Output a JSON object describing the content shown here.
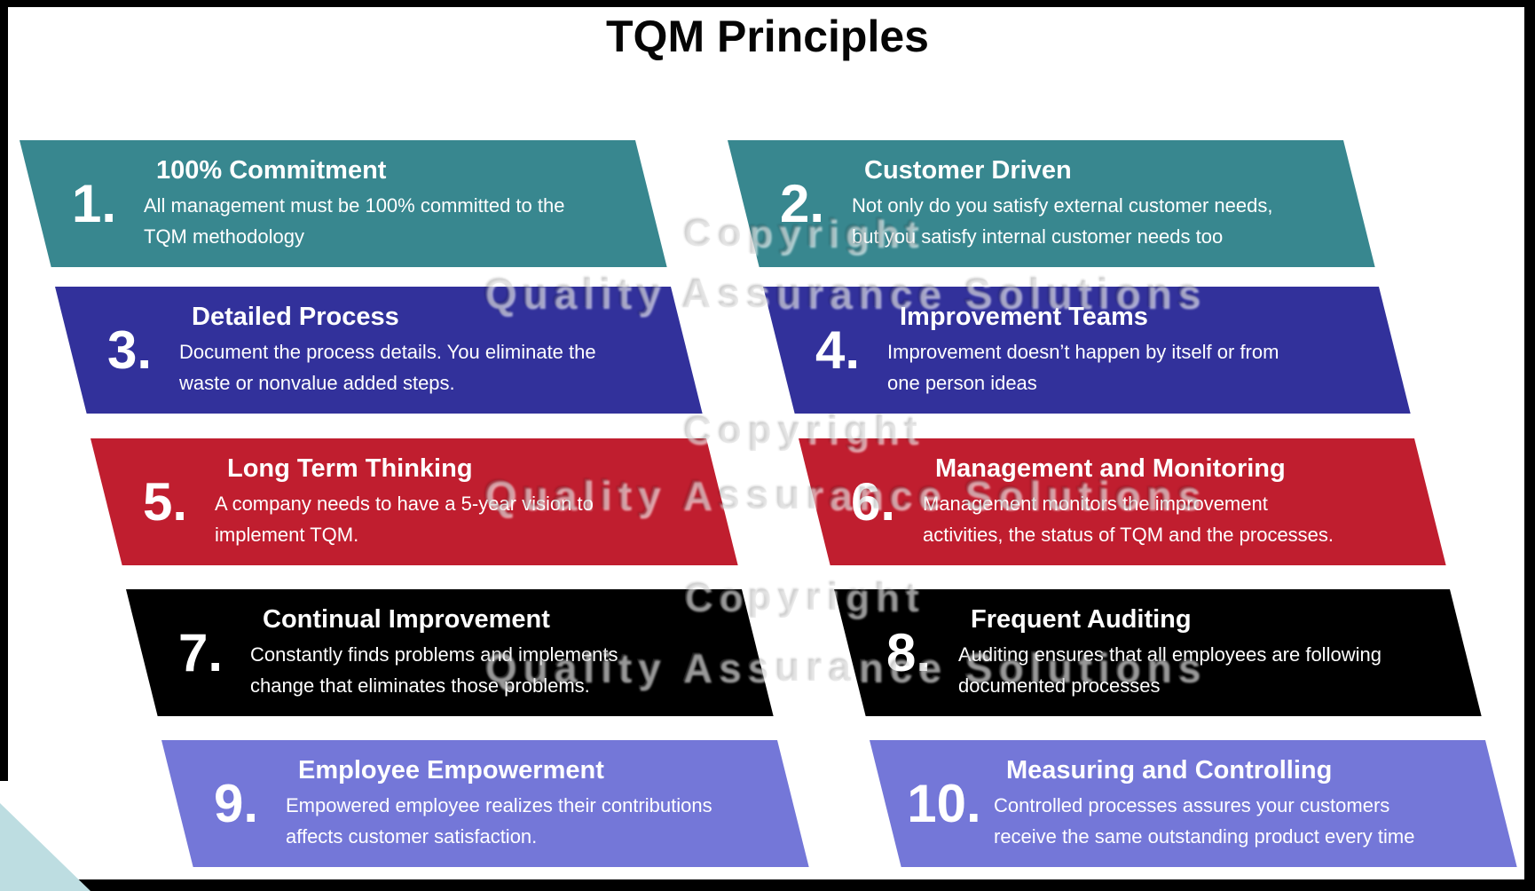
{
  "title": "TQM Principles",
  "principles": [
    {
      "number": "1.",
      "title": "100% Commitment",
      "description": "All management must be 100% committed to the\nTQM methodology"
    },
    {
      "number": "2.",
      "title": "Customer Driven",
      "description": "Not only do you satisfy external customer needs,\nbut you satisfy internal customer needs too"
    },
    {
      "number": "3.",
      "title": "Detailed Process",
      "description": "Document the process details. You eliminate the\nwaste or nonvalue added steps."
    },
    {
      "number": "4.",
      "title": "Improvement Teams",
      "description": "Improvement doesn’t happen by itself or from\none person ideas"
    },
    {
      "number": "5.",
      "title": "Long Term Thinking",
      "description": "A company needs to have a 5-year vision to\nimplement TQM."
    },
    {
      "number": "6.",
      "title": "Management and Monitoring",
      "description": "Management monitors the improvement\nactivities, the status of TQM and the processes."
    },
    {
      "number": "7.",
      "title": "Continual Improvement",
      "description": "Constantly finds problems and implements\nchange that eliminates those problems."
    },
    {
      "number": "8.",
      "title": "Frequent Auditing",
      "description": "Auditing ensures that all employees are following\ndocumented processes"
    },
    {
      "number": "9.",
      "title": "Employee Empowerment",
      "description": "Empowered employee realizes their contributions\naffects customer satisfaction."
    },
    {
      "number": "10.",
      "title": "Measuring and Controlling",
      "description": "Controlled processes assures your customers\nreceive the same outstanding product every time"
    }
  ],
  "colors": {
    "row0": "#38878f",
    "row1": "#32319b",
    "row2": "#c01e2f",
    "row3": "#000000",
    "row4": "#7477d8",
    "corner_triangle": "#bddde1",
    "frame": "#000000",
    "card_text": "#ffffff",
    "title_text": "#050505"
  },
  "watermark": {
    "items": [
      {
        "text": "Copyright"
      },
      {
        "text": "Quality Assurance Solutions"
      },
      {
        "text": "Copyright"
      },
      {
        "text": "Quality Assurance Solutions"
      },
      {
        "text": "Copyright"
      },
      {
        "text": "Quality Assurance Solutions"
      }
    ]
  }
}
